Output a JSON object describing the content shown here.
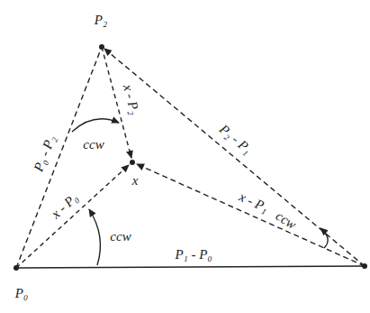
{
  "diagram": {
    "labels": [
      "P₂",
      "P₀",
      "P₁ - P₀",
      "P₂ - P₁",
      "P₀ - P₂",
      "x",
      "x - P₀",
      "x - P₁",
      "x - P₂",
      "ccw",
      "ccw",
      "ccw"
    ]
  }
}
